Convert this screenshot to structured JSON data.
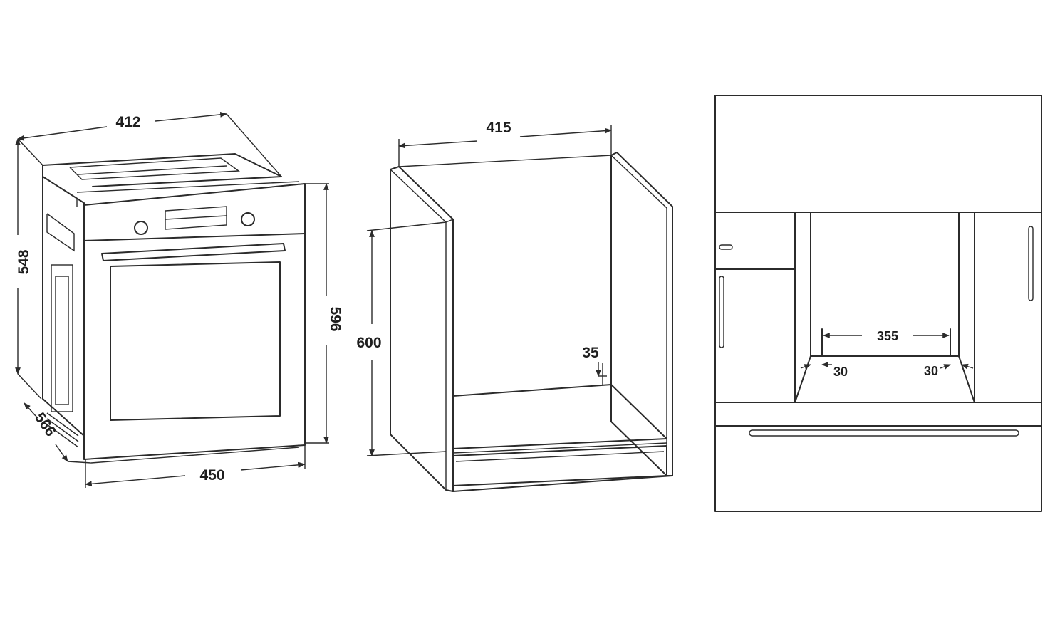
{
  "oven": {
    "top_width": "412",
    "depth": "548",
    "front_height": "596",
    "side_depth": "566",
    "front_width": "450"
  },
  "cabinet": {
    "width": "415",
    "height": "600",
    "gap": "35"
  },
  "installation": {
    "inner_width": "355",
    "left_gap": "30",
    "right_gap": "30"
  }
}
